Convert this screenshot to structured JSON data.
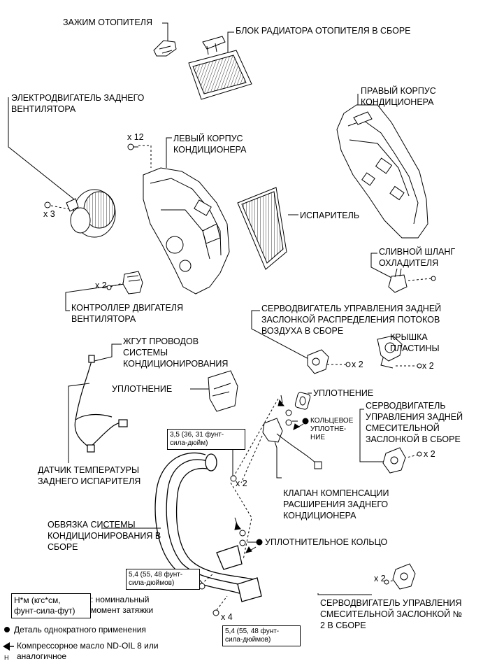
{
  "labels": {
    "heater_clamp": "ЗАЖИМ ОТОПИТЕЛЯ",
    "heater_radiator": "БЛОК РАДИАТОРА ОТОПИТЕЛЯ В СБОРЕ",
    "rear_blower_motor": [
      "ЭЛЕКТРОДВИГАТЕЛЬ ЗАДНЕГО",
      "ВЕНТИЛЯТОРА"
    ],
    "right_case": [
      "ПРАВЫЙ КОРПУС",
      "КОНДИЦИОНЕРА"
    ],
    "left_case": [
      "ЛЕВЫЙ КОРПУС",
      "КОНДИЦИОНЕРА"
    ],
    "evaporator": "ИСПАРИТЕЛЬ",
    "drain_hose": [
      "СЛИВНОЙ ШЛАНГ",
      "ОХЛАДИТЕЛЯ"
    ],
    "blower_controller": [
      "КОНТРОЛЛЕР ДВИГАТЕЛЯ",
      "ВЕНТИЛЯТОРА"
    ],
    "rear_airflow_servo": [
      "СЕРВОДВИГАТЕЛЬ УПРАВЛЕНИЯ ЗАДНЕЙ",
      "ЗАСЛОНКОЙ РАСПРЕДЕЛЕНИЯ ПОТОКОВ",
      "ВОЗДУХА В СБОРЕ"
    ],
    "plate_cover": [
      "КРЫШКА",
      "ПЛАСТИНЫ"
    ],
    "wire_harness": [
      "ЖГУТ ПРОВОДОВ",
      "СИСТЕМЫ",
      "КОНДИЦИОНИРОВАНИЯ"
    ],
    "seal_1": "УПЛОТНЕНИЕ",
    "seal_2": "УПЛОТНЕНИЕ",
    "o_ring_1": [
      "КОЛЬЦЕВОЕ",
      "УПЛОТНЕ-",
      "НИЕ"
    ],
    "rear_mix_servo": [
      "СЕРВОДВИГАТЕЛЬ",
      "УПРАВЛЕНИЯ ЗАДНЕЙ",
      "СМЕСИТЕЛЬНОЙ",
      "ЗАСЛОНКОЙ В СБОРЕ"
    ],
    "evap_temp_sensor": [
      "ДАТЧИК ТЕМПЕРАТУРЫ",
      "ЗАДНЕГО ИСПАРИТЕЛЯ"
    ],
    "expansion_valve": [
      "КЛАПАН КОМПЕНСАЦИИ",
      "РАСШИРЕНИЯ ЗАДНЕГО",
      "КОНДИЦИОНЕРА"
    ],
    "ac_tube": [
      "ОБВЯЗКА СИСТЕМЫ",
      "КОНДИЦИОНИРОВАНИЯ В",
      "СБОРЕ"
    ],
    "o_ring_2": "УПЛОТНИТЕЛЬНОЕ КОЛЬЦО",
    "mix_servo_2": [
      "СЕРВОДВИГАТЕЛЬ УПРАВЛЕНИЯ",
      "СМЕСИТЕЛЬНОЙ ЗАСЛОНКОЙ №",
      "2 В СБОРЕ"
    ]
  },
  "quantities": {
    "x12": "x 12",
    "x3": "x 3",
    "x2_controller": "x 2",
    "x2_airflow_servo": "x 2",
    "x2_cover": "x 2",
    "x2_mix_servo": "x 2",
    "x2_valve": "x 2",
    "x4": "x 4",
    "x2_servo2": "x 2"
  },
  "torques": {
    "t1": [
      "3,5 (36, 31 фунт-",
      "сила-дюйм)"
    ],
    "t2": [
      "5,4 (55, 48 фунт-",
      "сила-дюймов)"
    ],
    "t3": [
      "5,4 (55, 48 фунт-",
      "сила-дюймов)"
    ]
  },
  "legend": {
    "unit_box": [
      "Н*м (кгс*см,",
      "фунт-сила-фут)"
    ],
    "unit_desc": [
      ": номинальный",
      "момент затяжки"
    ],
    "non_reusable": "Деталь однократного применения",
    "compressor_oil": [
      "Компрессорное масло ND-OIL 8 или",
      "аналогичное"
    ]
  },
  "figure_code": "H"
}
